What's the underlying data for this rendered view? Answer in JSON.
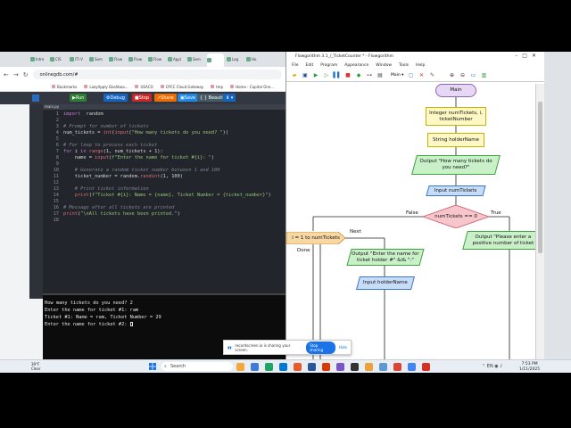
{
  "browser": {
    "tabs": [
      "Intro",
      "CIS",
      "ITI V",
      "Sem",
      "Flow",
      "Flow",
      "Flow",
      "Appl",
      "Sem",
      "",
      "Log",
      "Ho"
    ],
    "url": "onlinegdb.com/#",
    "bookmarks": [
      "Bookmarks",
      "LazyApply Dashboa...",
      "USACO",
      "CPCC Cloud Gateway",
      "tmp",
      "Home - Capital One..."
    ],
    "toolbar": {
      "run": "Run",
      "debug": "Debug",
      "stop": "Stop",
      "share": "Share",
      "save": "Save",
      "beautify": "{ } Beautify"
    },
    "file_tab": "main.py",
    "code_lines": [
      {
        "n": "1",
        "parts": [
          [
            "kw",
            "import"
          ],
          [
            "",
            "  random"
          ]
        ]
      },
      {
        "n": "2",
        "parts": []
      },
      {
        "n": "3",
        "parts": [
          [
            "cm",
            "# Prompt for number of tickets"
          ]
        ]
      },
      {
        "n": "4",
        "parts": [
          [
            "",
            "num_tickets = "
          ],
          [
            "fn",
            "int"
          ],
          [
            "",
            "("
          ],
          [
            "fn",
            "input"
          ],
          [
            "",
            "("
          ],
          [
            "str",
            "\"How many tickets do you need? \""
          ],
          [
            "",
            "))"
          ]
        ]
      },
      {
        "n": "5",
        "parts": []
      },
      {
        "n": "6",
        "parts": [
          [
            "cm",
            "# For loop to process each ticket"
          ]
        ]
      },
      {
        "n": "7",
        "parts": [
          [
            "kw",
            "for"
          ],
          [
            "",
            " i "
          ],
          [
            "kw",
            "in"
          ],
          [
            "",
            " "
          ],
          [
            "fn",
            "range"
          ],
          [
            "",
            "(1, num_tickets + 1):"
          ]
        ]
      },
      {
        "n": "8",
        "parts": [
          [
            "",
            "    name = "
          ],
          [
            "fn",
            "input"
          ],
          [
            "",
            "("
          ],
          [
            "str",
            "f\"Enter the name for ticket #{i}: \""
          ],
          [
            "",
            ")"
          ]
        ]
      },
      {
        "n": "9",
        "parts": []
      },
      {
        "n": "10",
        "parts": [
          [
            "cm",
            "    # Generate a random ticket number between 1 and 100"
          ]
        ]
      },
      {
        "n": "11",
        "parts": [
          [
            "",
            "    ticket_number = random."
          ],
          [
            "fn",
            "randint"
          ],
          [
            "",
            "(1, 100)"
          ]
        ]
      },
      {
        "n": "12",
        "parts": []
      },
      {
        "n": "13",
        "parts": [
          [
            "cm",
            "    # Print ticket information"
          ]
        ]
      },
      {
        "n": "14",
        "parts": [
          [
            "fn",
            "    print"
          ],
          [
            "",
            "("
          ],
          [
            "str",
            "f\"Ticket #{i}: Name = {name}, Ticket Number = {ticket_number}\""
          ],
          [
            "",
            ")"
          ]
        ]
      },
      {
        "n": "15",
        "parts": []
      },
      {
        "n": "16",
        "parts": [
          [
            "cm",
            "# Message after all tickets are printed"
          ]
        ]
      },
      {
        "n": "17",
        "parts": [
          [
            "fn",
            "print"
          ],
          [
            "",
            "("
          ],
          [
            "str",
            "\"\\nAll tickets have been printed.\""
          ],
          [
            "",
            ")"
          ]
        ]
      },
      {
        "n": "18",
        "parts": []
      }
    ],
    "console_lines": [
      "How many tickets do you need? 2",
      "Enter the name for ticket #1: ram",
      "Ticket #1: Name = ram, Ticket Number = 29",
      "Enter the name for ticket #2: "
    ]
  },
  "flowgorithm": {
    "title": "Flowgorithm 3.1_/_TicketCounter * - Flowgorithm",
    "menu": [
      "File",
      "Edit",
      "Program",
      "Appearance",
      "Window",
      "Tools",
      "Help"
    ],
    "zoom_label": "Main",
    "shapes": {
      "main": "Main",
      "declare_int": "Integer numTickets, i, ticketNumber",
      "declare_str": "String holderName",
      "output1": "Output \"How many tickets do you need?\"",
      "input1": "Input numTickets",
      "decision": "numTickets == 0",
      "false_label": "False",
      "true_label": "True",
      "loop": "i = 1 to numTickets",
      "next_label": "Next",
      "done_label": "Done",
      "output2": "Output \"Enter the name for ticket holder #\" &i& \":\"",
      "input2": "Input holderName",
      "output3": "Output \"Please enter a positive number of ticket"
    }
  },
  "share_banner": {
    "text": "recordscreen.io is sharing your screen.",
    "stop": "Stop sharing",
    "hide": "Hide"
  },
  "taskbar": {
    "temp": "39°F",
    "condition": "Clear",
    "search": "Search",
    "time": "7:53 PM",
    "date": "1/11/2025",
    "lang": "EN"
  }
}
